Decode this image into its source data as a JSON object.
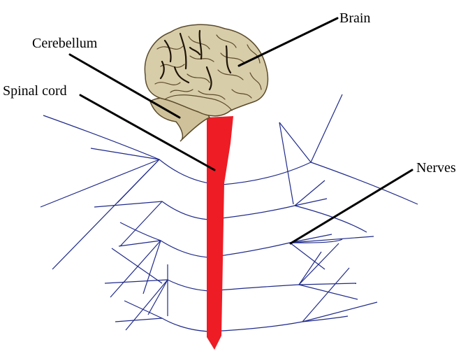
{
  "labels": {
    "brain": "Brain",
    "cerebellum": "Cerebellum",
    "spinal_cord": "Spinal cord",
    "nerves": "Nerves"
  },
  "colors": {
    "spinal_cord": "#ee1c25",
    "nerves": "#1f2a8a",
    "brain": "#d8cda9",
    "leader_lines": "#000000"
  }
}
